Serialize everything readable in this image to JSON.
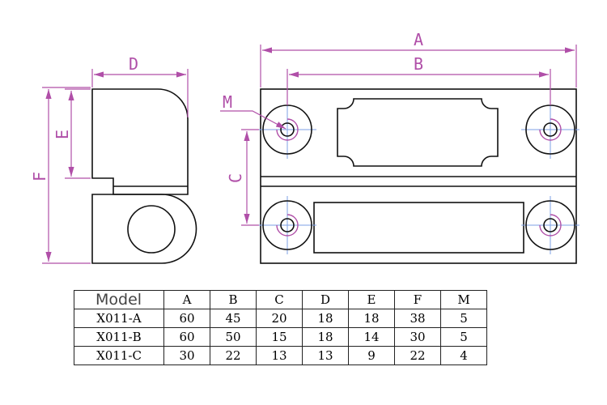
{
  "labels": {
    "A": "A",
    "B": "B",
    "C": "C",
    "D": "D",
    "E": "E",
    "F": "F",
    "M": "M"
  },
  "colors": {
    "dimension": "#b04fa8",
    "centerline": "#7da0e6",
    "outline": "#111111"
  },
  "table": {
    "headers": [
      "Model",
      "A",
      "B",
      "C",
      "D",
      "E",
      "F",
      "M"
    ],
    "rows": [
      [
        "X011-A",
        "60",
        "45",
        "20",
        "18",
        "18",
        "38",
        "5"
      ],
      [
        "X011-B",
        "60",
        "50",
        "15",
        "18",
        "14",
        "30",
        "5"
      ],
      [
        "X011-C",
        "30",
        "22",
        "13",
        "13",
        "9",
        "22",
        "4"
      ]
    ]
  }
}
